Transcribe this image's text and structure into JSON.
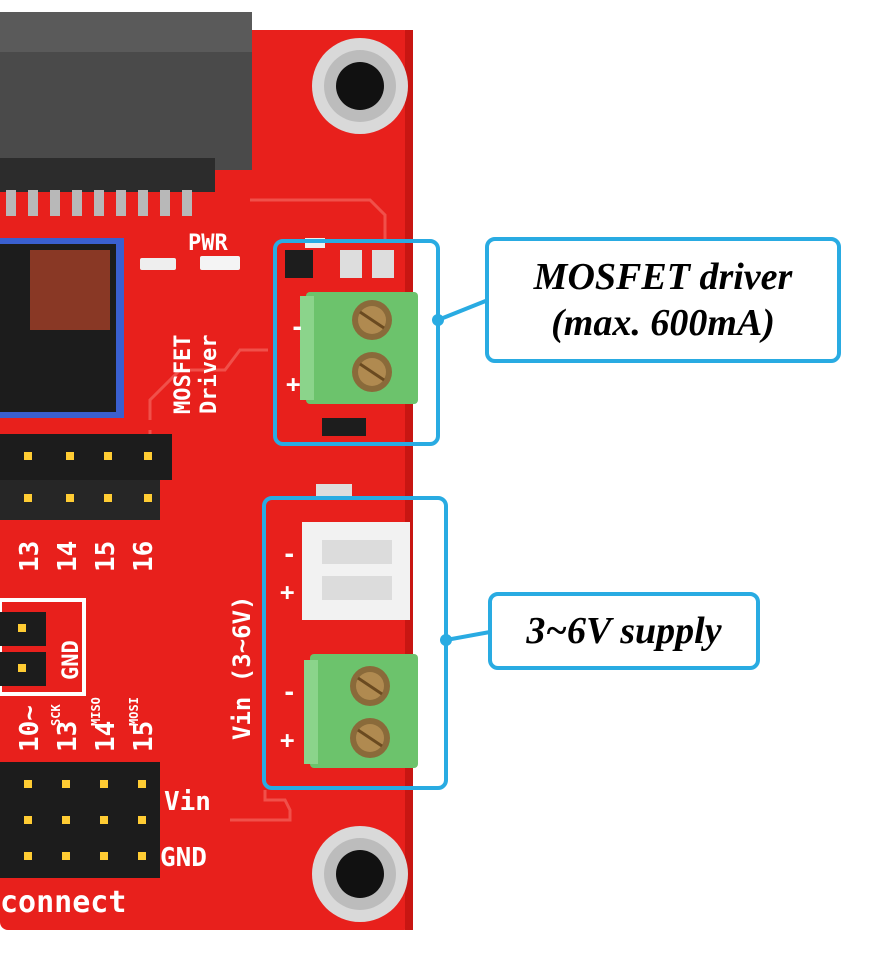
{
  "board": {
    "silkscreen": {
      "pwr": "PWR",
      "mosfet_driver": [
        "MOSFET",
        "Driver"
      ],
      "vin_range": "Vin (3~6V)",
      "pin_row_top": [
        "13",
        "14",
        "15",
        "16"
      ],
      "pin_row_bottom": [
        "10~",
        "13",
        "14",
        "15"
      ],
      "pin_row_bottom_sub": [
        "",
        "SCK",
        "MISO",
        "MOSI"
      ],
      "gnd_box": "GND",
      "vin_label": "Vin",
      "gnd_label": "GND",
      "connect": "connect",
      "plus": "+",
      "minus": "-"
    }
  },
  "callouts": {
    "mosfet": {
      "line1": "MOSFET driver",
      "line2": "(max. 600mA)"
    },
    "supply": {
      "text": "3~6V supply"
    }
  },
  "colors": {
    "pcb": "#e8201c",
    "pcb_dark": "#c01410",
    "callout_accent": "#29abe2",
    "terminal_green": "#6cc36c",
    "header_black": "#1c1c1c"
  }
}
